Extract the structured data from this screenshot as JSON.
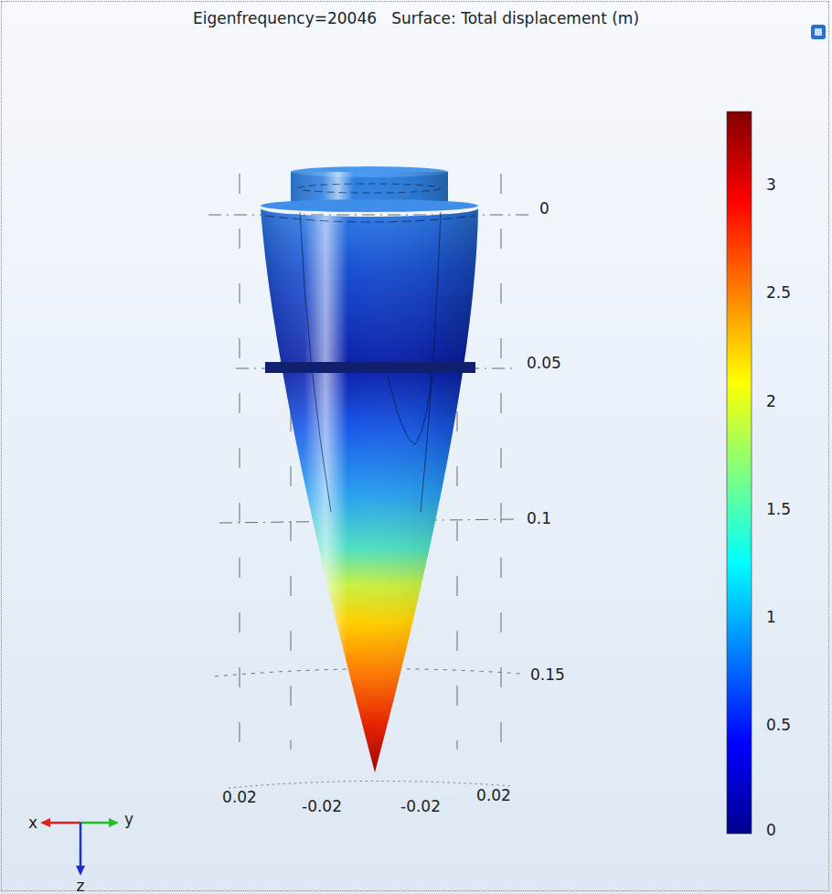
{
  "diagram": {
    "title": "Eigenfrequency=20046   Surface: Total displacement (m)",
    "labels": [
      "0",
      "0.05",
      "0.1",
      "0.15",
      "0.02",
      "-0.02",
      "-0.02",
      "0.02",
      "3",
      "2.5",
      "2",
      "1.5",
      "1",
      "0.5",
      "0",
      "x",
      "y",
      "z"
    ]
  }
}
